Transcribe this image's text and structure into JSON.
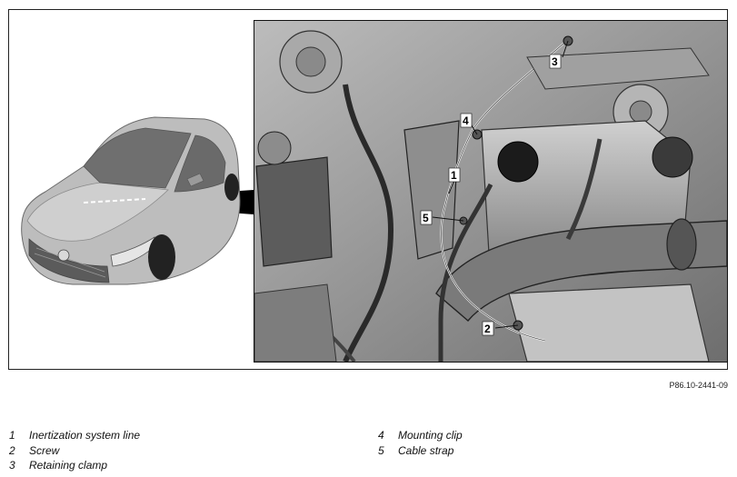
{
  "figure_code": "P86.10-2441-09",
  "callouts": [
    "1",
    "2",
    "3",
    "4",
    "5"
  ],
  "legend_left": [
    {
      "num": "1",
      "label": "Inertization system line"
    },
    {
      "num": "2",
      "label": "Screw"
    },
    {
      "num": "3",
      "label": "Retaining clamp"
    }
  ],
  "legend_right": [
    {
      "num": "4",
      "label": "Mounting clip"
    },
    {
      "num": "5",
      "label": "Cable strap"
    }
  ],
  "colors": {
    "line": "#111111",
    "panel": "#9a9a9a",
    "car_body": "#bdbdbd",
    "callout_box": "#ffffff"
  }
}
